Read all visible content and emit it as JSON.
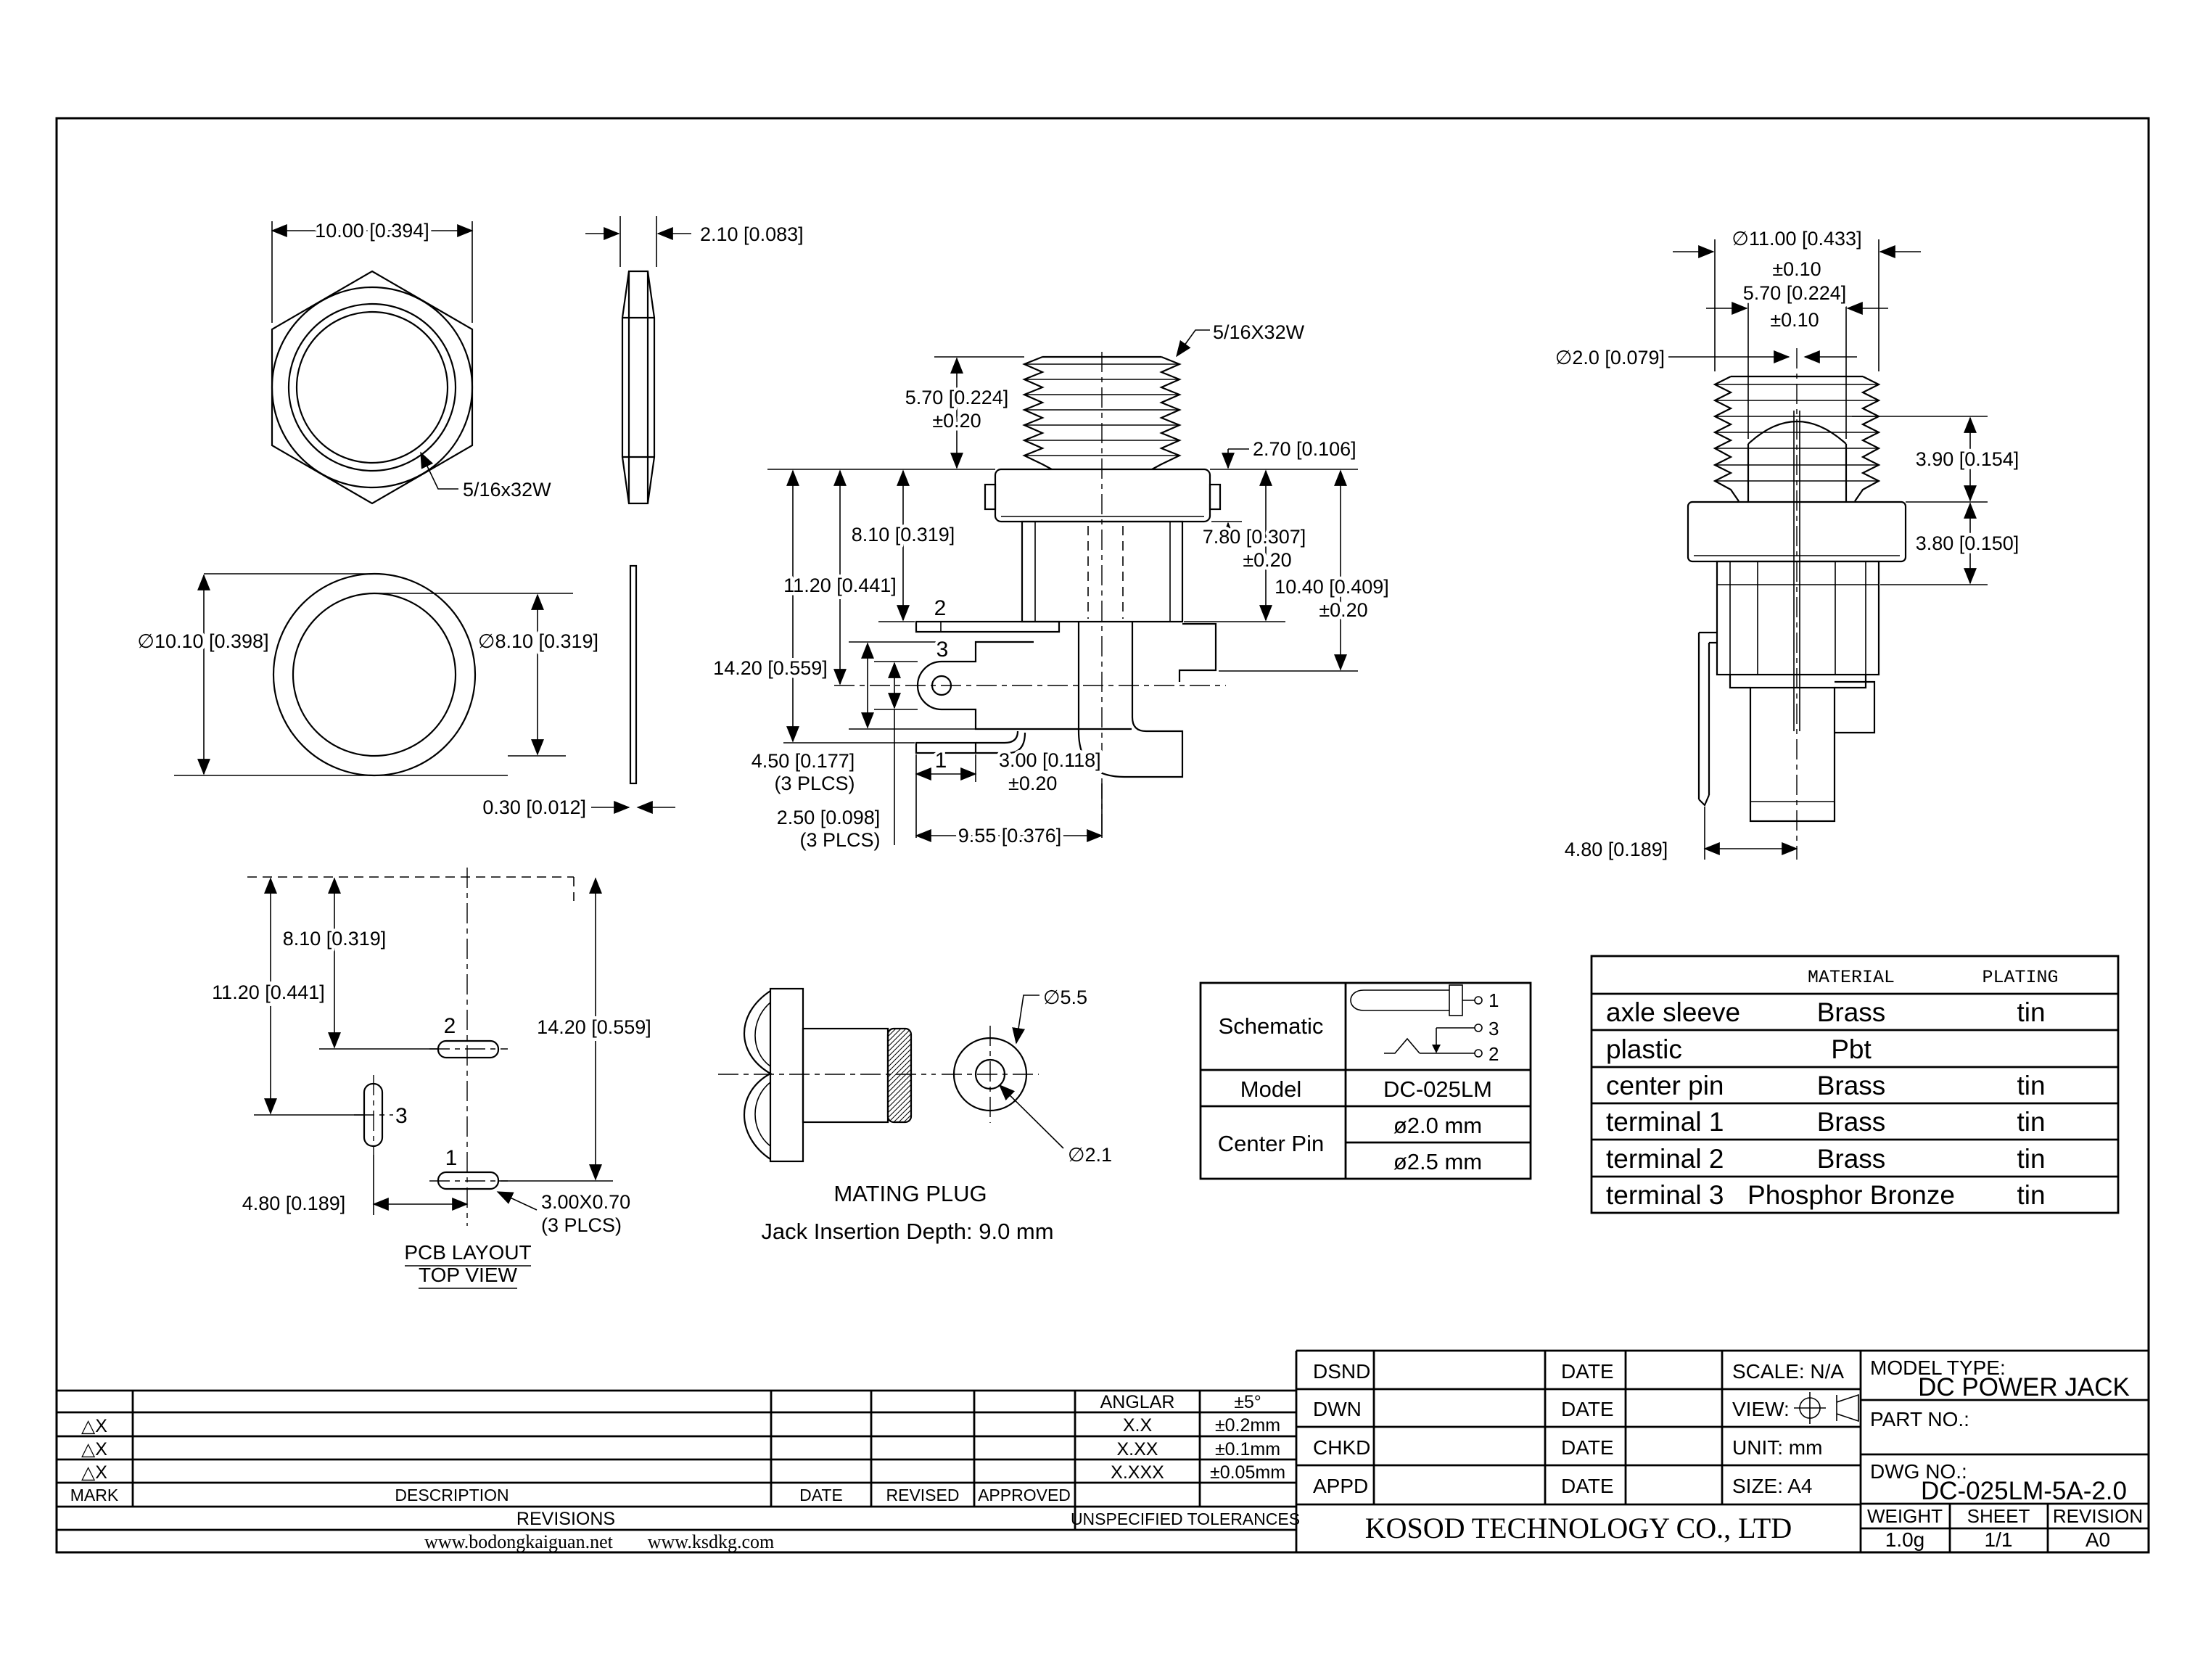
{
  "views": {
    "nut_front": {
      "width": "10.00 [0.394]",
      "thread": "5/16x32W"
    },
    "nut_side": {
      "thickness": "2.10 [0.083]"
    },
    "washer_front": {
      "outer_dia": "∅10.10 [0.398]",
      "inner_dia": "∅8.10 [0.319]"
    },
    "washer_side": {
      "thickness": "0.30 [0.012]"
    },
    "side": {
      "thread": "5/16X32W",
      "thread_len": "5.70 [0.224]",
      "thread_len_tol": "±0.20",
      "flange_thk": "2.70 [0.106]",
      "h1": "8.10 [0.319]",
      "h2": "11.20 [0.441]",
      "h3": "14.20 [0.559]",
      "h4": "7.80 [0.307]",
      "h4_tol": "±0.20",
      "h5": "10.40 [0.409]",
      "h5_tol": "±0.20",
      "lead1": "4.50 [0.177]",
      "lead1_note": "(3 PLCS)",
      "lead2": "2.50 [0.098]",
      "lead2_note": "(3 PLCS)",
      "tab_w": "3.00 [0.118]",
      "tab_w_tol": "±0.20",
      "reach": "9.55 [0.376]",
      "t1": "1",
      "t2": "2",
      "t3": "3"
    },
    "front": {
      "dia": "∅11.00 [0.433]",
      "dia_tol": "±0.10",
      "w1": "5.70 [0.224]",
      "w1_tol": "±0.10",
      "pin_dia": "∅2.0 [0.079]",
      "h1": "3.90 [0.154]",
      "h2": "3.80 [0.150]",
      "off": "4.80 [0.189]"
    },
    "pcb": {
      "v1": "8.10 [0.319]",
      "v2": "11.20 [0.441]",
      "v3": "14.20 [0.559]",
      "off": "4.80 [0.189]",
      "slot": "3.00X0.70",
      "slot_note": "(3 PLCS)",
      "p1": "1",
      "p2": "2",
      "p3": "3",
      "title": "PCB LAYOUT",
      "subtitle": "TOP VIEW"
    },
    "plug": {
      "outer": "∅5.5",
      "inner": "∅2.1",
      "title": "MATING PLUG",
      "note": "Jack Insertion Depth: 9.0 mm"
    }
  },
  "spec_table": {
    "schematic_label": "Schematic",
    "model_label": "Model",
    "model": "DC-025LM",
    "center_pin_label": "Center Pin",
    "center_pin_1": "ø2.0 mm",
    "center_pin_2": "ø2.5 mm",
    "pins": {
      "p1": "1",
      "p2": "2",
      "p3": "3"
    }
  },
  "materials_table": {
    "material_header": "MATERIAL",
    "plating_header": "PLATING",
    "rows": [
      {
        "part": "axle sleeve",
        "material": "Brass",
        "plating": "tin"
      },
      {
        "part": "plastic",
        "material": "Pbt",
        "plating": ""
      },
      {
        "part": "center pin",
        "material": "Brass",
        "plating": "tin"
      },
      {
        "part": "terminal 1",
        "material": "Brass",
        "plating": "tin"
      },
      {
        "part": "terminal 2",
        "material": "Brass",
        "plating": "tin"
      },
      {
        "part": "terminal 3",
        "material": "Phosphor Bronze",
        "plating": "tin"
      }
    ]
  },
  "title_block": {
    "marks": [
      "△X",
      "△X",
      "△X"
    ],
    "mark_label": "MARK",
    "description_label": "DESCRIPTION",
    "date_header": "DATE",
    "revised_label": "REVISED",
    "approved_label": "APPROVED",
    "revisions_label": "REVISIONS",
    "unspecified_label": "UNSPECIFIED TOLERANCES",
    "website1": "www.bodongkaiguan.net",
    "website2": "www.ksdkg.com",
    "tolerances": [
      {
        "name": "ANGLAR",
        "value": "±5°"
      },
      {
        "name": "X.X",
        "value": "±0.2mm"
      },
      {
        "name": "X.XX",
        "value": "±0.1mm"
      },
      {
        "name": "X.XXX",
        "value": "±0.05mm"
      }
    ],
    "approvals": [
      {
        "label": "DSND"
      },
      {
        "label": "DWN"
      },
      {
        "label": "CHKD"
      },
      {
        "label": "APPD"
      }
    ],
    "scale": "SCALE: N/A",
    "view_label": "VIEW:",
    "unit": "UNIT: mm",
    "size": "SIZE: A4",
    "model_type_label": "MODEL TYPE:",
    "model_type": "DC POWER JACK",
    "part_no_label": "PART NO.:",
    "dwg_no_label": "DWG NO.:",
    "dwg_no": "DC-025LM-5A-2.0",
    "weight_label": "WEIGHT",
    "weight": "1.0g",
    "sheet_label": "SHEET",
    "sheet": "1/1",
    "revision_label": "REVISION",
    "revision": "A0",
    "company": "KOSOD TECHNOLOGY CO., LTD"
  }
}
